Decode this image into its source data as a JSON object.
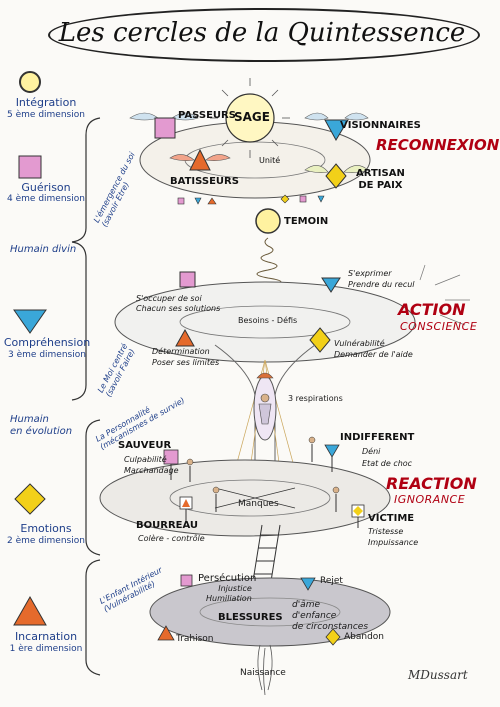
{
  "title": "Les cercles de la Quintessence",
  "dimensions": [
    {
      "name": "Intégration",
      "sub": "5 ème dimension",
      "color": "#f2d019"
    },
    {
      "name": "Guérison",
      "sub": "4 ème dimension",
      "color": "#e39ad0"
    },
    {
      "name": "Compréhension",
      "sub": "3 ème dimension",
      "color": "#3aa7d9"
    },
    {
      "name": "Emotions",
      "sub": "2 ème dimension",
      "color": "#f2d019"
    },
    {
      "name": "Incarnation",
      "sub": "1 ère dimension",
      "color": "#e56a2c"
    }
  ],
  "groups": {
    "divin": "Humain divin",
    "evolution": "Humain\nen évolution"
  },
  "side_labels": {
    "soi": "L'émergence du soi\n(savoir Etre)",
    "moi": "Le Moi centré\n(savoir Faire)",
    "perso": "La Personnalité\n(mécanismes de survie)",
    "enfant": "L'Enfant Intérieur\n(Vulnérabilité)"
  },
  "top_level": {
    "passeurs": "PASSEURS",
    "sage": "SAGE",
    "visionnaires": "VISIONNAIRES",
    "reconnexion": "RECONNEXION",
    "unite": "Unité",
    "batisseurs": "BATISSEURS",
    "artisan": "ARTISAN\nDE PAIX",
    "temoin": "TEMOIN"
  },
  "middle_level": {
    "occuper": "S'occuper de soi\nChacun ses solutions",
    "exprimer": "S'exprimer\nPrendre du recul",
    "action": "ACTION",
    "conscience": "CONSCIENCE",
    "besoins": "Besoins - Défis",
    "determination": "Détermination\nPoser ses limites",
    "vulnerabilite": "Vulnérabilité\nDemander de l'aide",
    "respirations": "3 respirations"
  },
  "reaction_level": {
    "sauveur": "SAUVEUR",
    "sauveur_sub": "Culpabilité\nMarchandage",
    "indifferent": "INDIFFERENT",
    "indifferent_sub": "Déni\nEtat de choc",
    "reaction": "REACTION",
    "ignorance": "IGNORANCE",
    "manques": "Manques",
    "bourreau": "BOURREAU",
    "bourreau_sub": "Colère - contrôle",
    "victime": "VICTIME",
    "victime_sub": "Tristesse\nImpuissance"
  },
  "bottom_level": {
    "persecution": "Persécution",
    "persecution_sub": "Injustice\nHumiliation",
    "rejet": "Rejet",
    "blessures": "BLESSURES",
    "blessures_sub": "d'âme\nd'enfance\nde circonstances",
    "trahison": "Trahison",
    "abandon": "Abandon",
    "naissance": "Naissance"
  },
  "signature": "MDussart"
}
